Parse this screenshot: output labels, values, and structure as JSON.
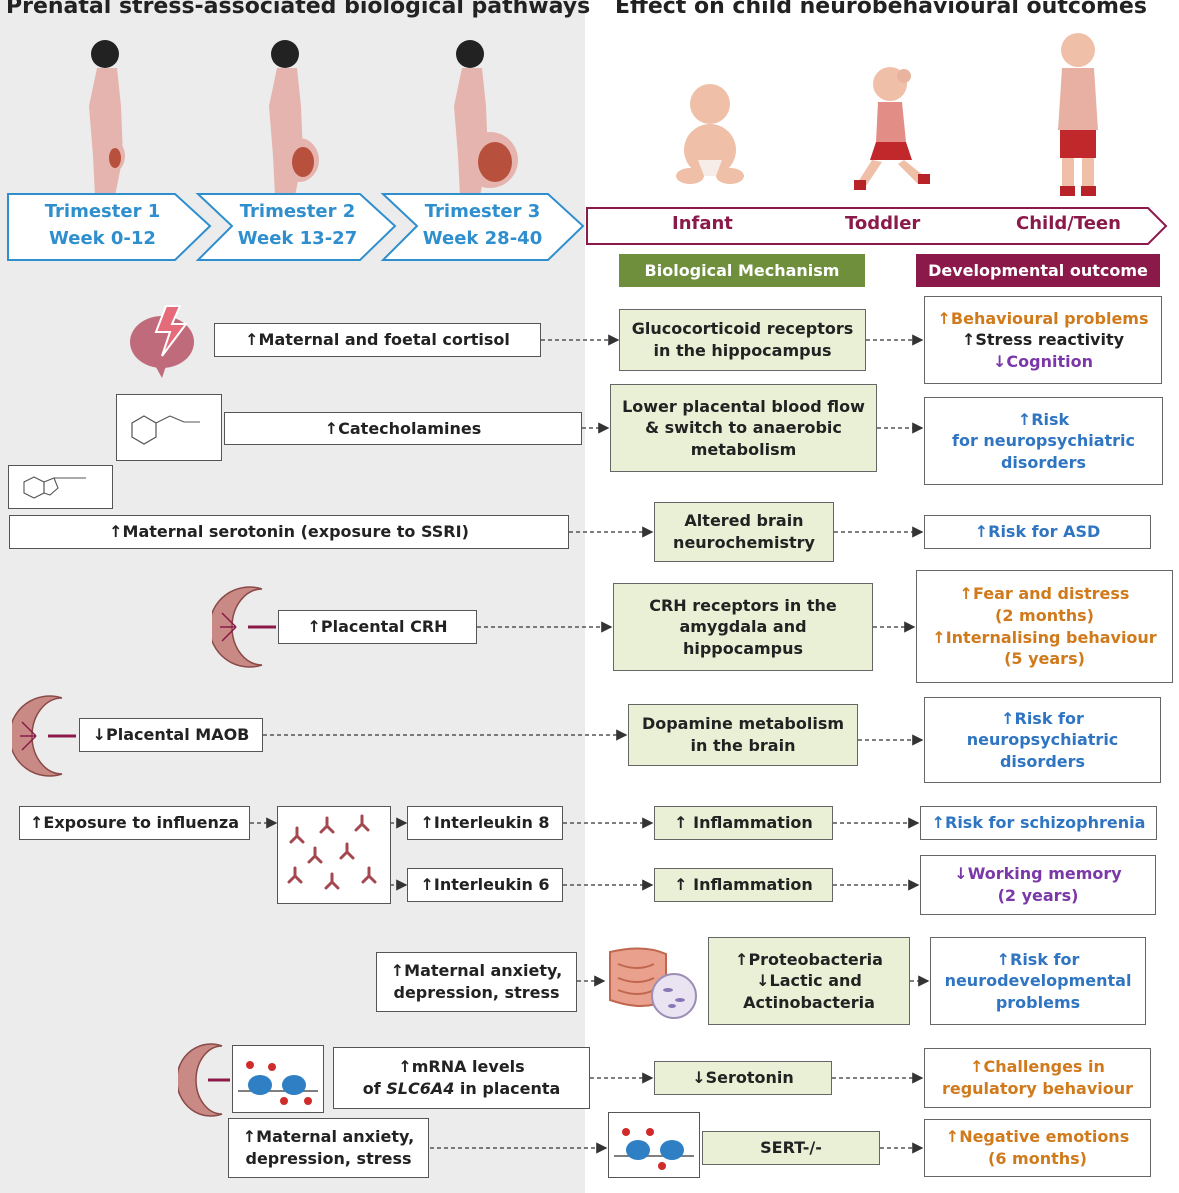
{
  "headings": {
    "left": "Prenatal stress-associated biological pathways",
    "right": "Effect on child neurobehavioural outcomes"
  },
  "trimesters": [
    {
      "name": "Trimester 1",
      "weeks": "Week 0-12"
    },
    {
      "name": "Trimester 2",
      "weeks": "Week 13-27"
    },
    {
      "name": "Trimester 3",
      "weeks": "Week 28-40"
    }
  ],
  "stages": [
    "Infant",
    "Toddler",
    "Child/Teen"
  ],
  "column_tags": {
    "mechanism": "Biological Mechanism",
    "outcome": "Developmental outcome",
    "mechanism_color": "#6f8f3c",
    "outcome_color": "#8b1a4a"
  },
  "rows": {
    "cortisol": {
      "pathway": "↑Maternal and foetal cortisol",
      "mechanism": [
        "Glucocorticoid receptors",
        "in the hippocampus"
      ],
      "outcome": [
        "↑Behavioural problems",
        "↑Stress reactivity",
        "↓Cognition"
      ]
    },
    "catecholamines": {
      "pathway": "↑Catecholamines",
      "mechanism": [
        "Lower placental blood flow",
        "& switch to anaerobic",
        "metabolism"
      ],
      "outcome": [
        "↑Risk",
        "for neuropsychiatric",
        "disorders"
      ]
    },
    "serotonin": {
      "pathway": "↑Maternal serotonin (exposure to SSRI)",
      "mechanism": [
        "Altered brain",
        "neurochemistry"
      ],
      "outcome": [
        "↑Risk for ASD"
      ]
    },
    "crh": {
      "pathway": "↑Placental CRH",
      "mechanism": [
        "CRH receptors in the",
        "amygdala and",
        "hippocampus"
      ],
      "outcome": [
        "↑Fear and distress",
        "(2 months)",
        "↑Internalising behaviour",
        "(5 years)"
      ]
    },
    "maob": {
      "pathway": "↓Placental MAOB",
      "mechanism": [
        "Dopamine metabolism",
        "in the brain"
      ],
      "outcome": [
        "↑Risk for",
        "neuropsychiatric",
        "disorders"
      ]
    },
    "influenza": {
      "pathway": "↑Exposure to influenza",
      "il8": "↑Interleukin 8",
      "il6": "↑Interleukin 6",
      "mechanism_il8": "↑ Inflammation",
      "mechanism_il6": "↑ Inflammation",
      "outcome_il8": "↑Risk for schizophrenia",
      "outcome_il6": [
        "↓Working memory",
        "(2 years)"
      ]
    },
    "microbiome": {
      "pathway": [
        "↑Maternal anxiety,",
        "depression, stress"
      ],
      "mechanism": [
        "↑Proteobacteria",
        "↓Lactic and",
        "Actinobacteria"
      ],
      "outcome": [
        "↑Risk for",
        "neurodevelopmental",
        "problems"
      ]
    },
    "slc6a4": {
      "pathway_line1": "↑mRNA levels",
      "pathway_line2_prefix": "of ",
      "pathway_gene": "SLC6A4",
      "pathway_line2_suffix": " in placenta",
      "mechanism": "↓Serotonin",
      "outcome": [
        "↑Challenges in",
        "regulatory behaviour"
      ]
    },
    "sert": {
      "pathway": [
        "↑Maternal anxiety,",
        "depression, stress"
      ],
      "mechanism": "SERT-/-",
      "outcome": [
        "↑Negative emotions",
        "(6 months)"
      ]
    }
  },
  "icons": [
    "brain-stress-icon",
    "catecholamine-structure-icon",
    "serotonin-structure-icon",
    "placenta-icon",
    "antibody-icon",
    "gut-microbiome-icon",
    "dna-methylation-icon",
    "pregnant-woman-icon",
    "infant-icon",
    "toddler-icon",
    "child-icon"
  ]
}
